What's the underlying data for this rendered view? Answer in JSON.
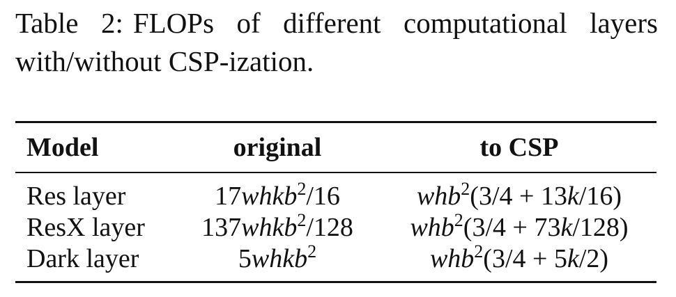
{
  "caption": {
    "label": "Table 2:",
    "text": "FLOPs of different computational layers with/without CSP-ization."
  },
  "table": {
    "headers": [
      "Model",
      "original",
      "to CSP"
    ],
    "rows": [
      {
        "model": "Res layer",
        "original": {
          "pre": "17",
          "vars": "whkb",
          "exp": "2",
          "post": "/16"
        },
        "csp": {
          "vars": "whb",
          "exp": "2",
          "open": "(3/4 + 13",
          "k": "k",
          "close": "/16)"
        }
      },
      {
        "model": "ResX layer",
        "original": {
          "pre": "137",
          "vars": "whkb",
          "exp": "2",
          "post": "/128"
        },
        "csp": {
          "vars": "whb",
          "exp": "2",
          "open": "(3/4 + 73",
          "k": "k",
          "close": "/128)"
        }
      },
      {
        "model": "Dark layer",
        "original": {
          "pre": "5",
          "vars": "whkb",
          "exp": "2",
          "post": ""
        },
        "csp": {
          "vars": "whb",
          "exp": "2",
          "open": "(3/4 + 5",
          "k": "k",
          "close": "/2)"
        }
      }
    ]
  }
}
